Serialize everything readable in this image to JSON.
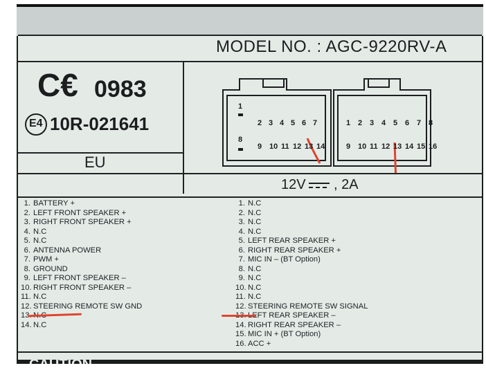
{
  "model": "MODEL NO. : AGC-9220RV-A",
  "ce_mark": "C€0983",
  "approval": "10R-021641",
  "approval_circle": "E4",
  "region": "EU",
  "power": {
    "volts": "12V",
    "amps": ", 2A"
  },
  "connector_left": {
    "top_pins": [
      "1",
      "2",
      "3",
      "4",
      "5",
      "6",
      "7"
    ],
    "mid_pin": "8",
    "bottom_pins": [
      "9",
      "10",
      "11",
      "12",
      "13",
      "14"
    ]
  },
  "connector_right": {
    "top_pins": [
      "1",
      "2",
      "3",
      "4",
      "5",
      "6",
      "7",
      "8"
    ],
    "bottom_pins": [
      "9",
      "10",
      "11",
      "12",
      "13",
      "14",
      "15",
      "16"
    ]
  },
  "left_list": [
    {
      "n": "1.",
      "label": "BATTERY +"
    },
    {
      "n": "2.",
      "label": "LEFT FRONT SPEAKER +"
    },
    {
      "n": "3.",
      "label": "RIGHT FRONT SPEAKER +"
    },
    {
      "n": "4.",
      "label": "N.C"
    },
    {
      "n": "5.",
      "label": "N.C"
    },
    {
      "n": "6.",
      "label": "ANTENNA POWER"
    },
    {
      "n": "7.",
      "label": "PWM +"
    },
    {
      "n": "8.",
      "label": "GROUND"
    },
    {
      "n": "9.",
      "label": "LEFT FRONT SPEAKER –"
    },
    {
      "n": "10.",
      "label": "RIGHT FRONT SPEAKER –"
    },
    {
      "n": "11.",
      "label": "N.C"
    },
    {
      "n": "12.",
      "label": "STEERING REMOTE SW GND"
    },
    {
      "n": "13.",
      "label": "N.C"
    },
    {
      "n": "14.",
      "label": "N.C"
    }
  ],
  "right_list": [
    {
      "n": "1.",
      "label": "N.C"
    },
    {
      "n": "2.",
      "label": "N.C"
    },
    {
      "n": "3.",
      "label": "N.C"
    },
    {
      "n": "4.",
      "label": "N.C"
    },
    {
      "n": "5.",
      "label": "LEFT REAR SPEAKER +"
    },
    {
      "n": "6.",
      "label": "RIGHT REAR SPEAKER +"
    },
    {
      "n": "7.",
      "label": "MIC IN – (BT Option)"
    },
    {
      "n": "8.",
      "label": "N.C"
    },
    {
      "n": "9.",
      "label": "N.C"
    },
    {
      "n": "10.",
      "label": "N.C"
    },
    {
      "n": "11.",
      "label": "N.C"
    },
    {
      "n": "12.",
      "label": "STEERING REMOTE SW SIGNAL"
    },
    {
      "n": "13.",
      "label": "LEFT REAR SPEAKER –"
    },
    {
      "n": "14.",
      "label": "RIGHT REAR SPEAKER –"
    },
    {
      "n": "15.",
      "label": "MIC IN + (BT Option)"
    },
    {
      "n": "16.",
      "label": "ACC +"
    }
  ],
  "bottom_cut": "CAUTION",
  "colors": {
    "label_bg": "#e4ebe7",
    "ink": "#1b1d1e",
    "marker": "#e0442e"
  }
}
